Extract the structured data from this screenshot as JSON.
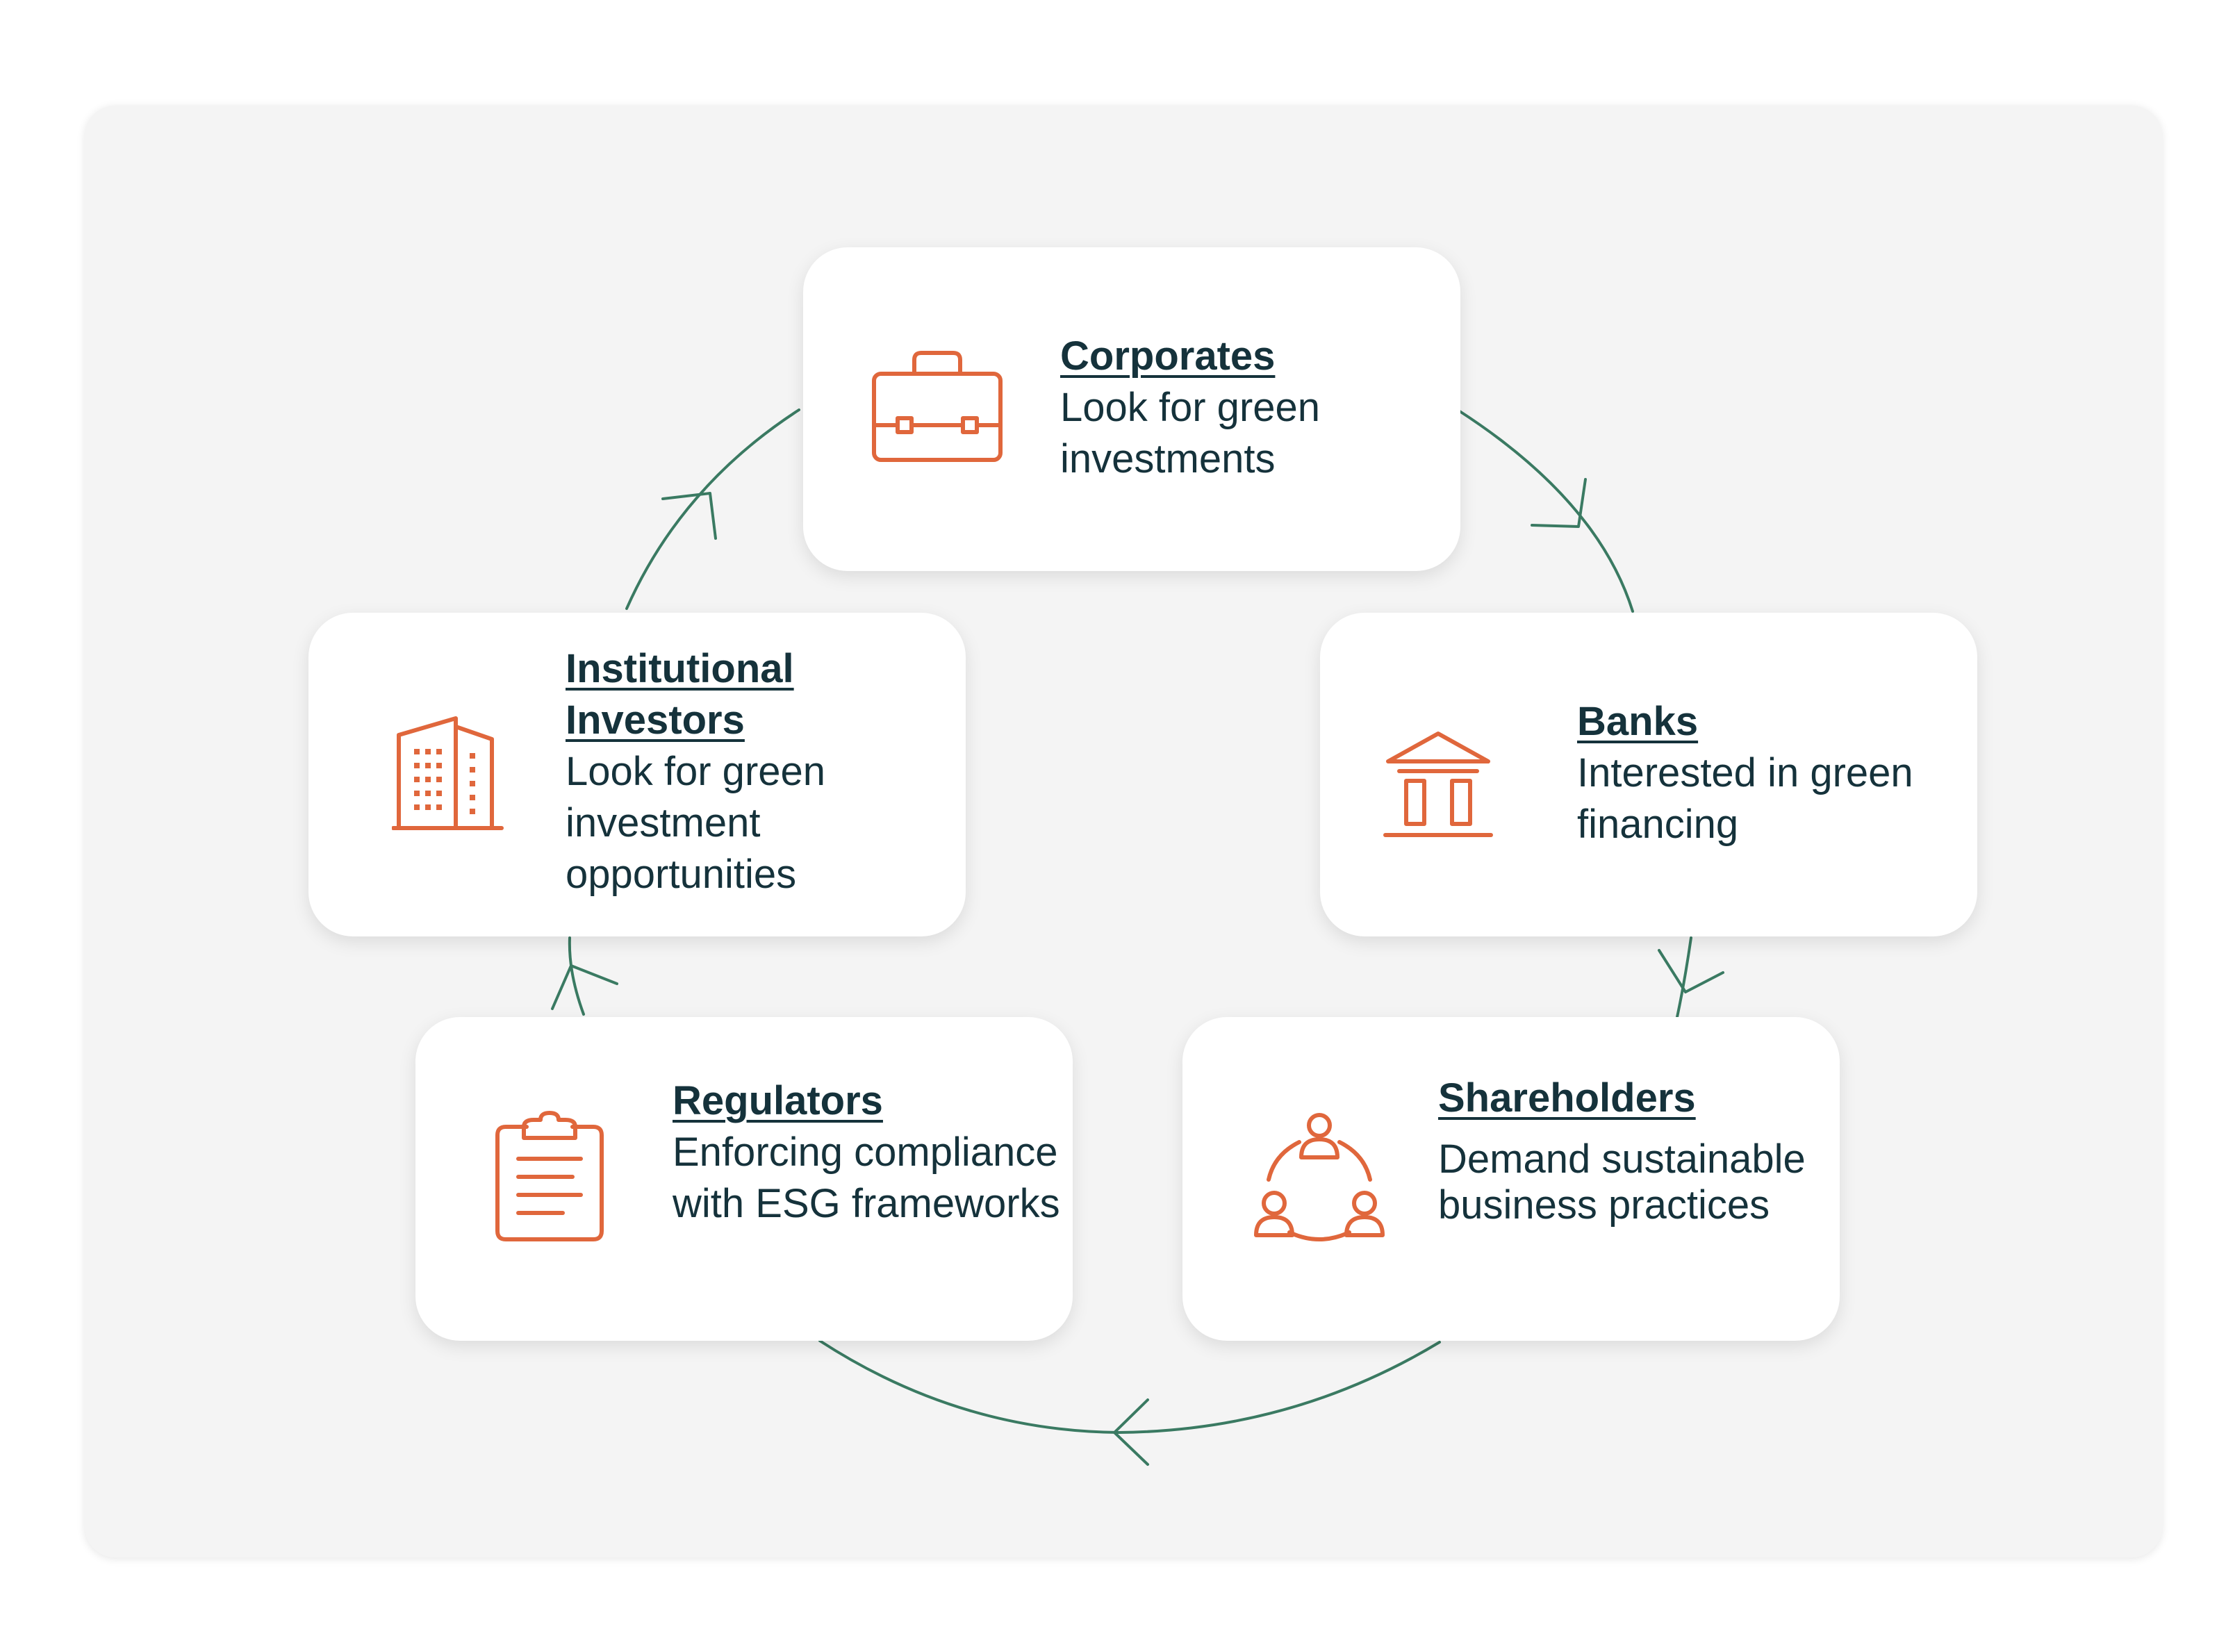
{
  "colors": {
    "accent": "#e0673c",
    "arrow": "#3a7a62",
    "text": "#15323b",
    "panel": "#f4f4f4",
    "card": "#ffffff"
  },
  "nodes": [
    {
      "id": "corporates",
      "title": "Corporates",
      "description": "Look for green investments",
      "icon": "briefcase-icon"
    },
    {
      "id": "banks",
      "title": "Banks",
      "description": "Interested in green financing",
      "icon": "bank-icon"
    },
    {
      "id": "shareholders",
      "title": "Shareholders",
      "description": "Demand sustainable business practices",
      "icon": "network-people-icon"
    },
    {
      "id": "regulators",
      "title": "Regulators",
      "description": "Enforcing compliance with ESG frameworks",
      "icon": "clipboard-icon"
    },
    {
      "id": "institutional_investors",
      "title": "Institutional Investors",
      "description": "Look for green investment opportunities",
      "icon": "office-building-icon"
    }
  ],
  "flow": [
    "corporates",
    "banks",
    "shareholders",
    "regulators",
    "institutional_investors",
    "corporates"
  ]
}
